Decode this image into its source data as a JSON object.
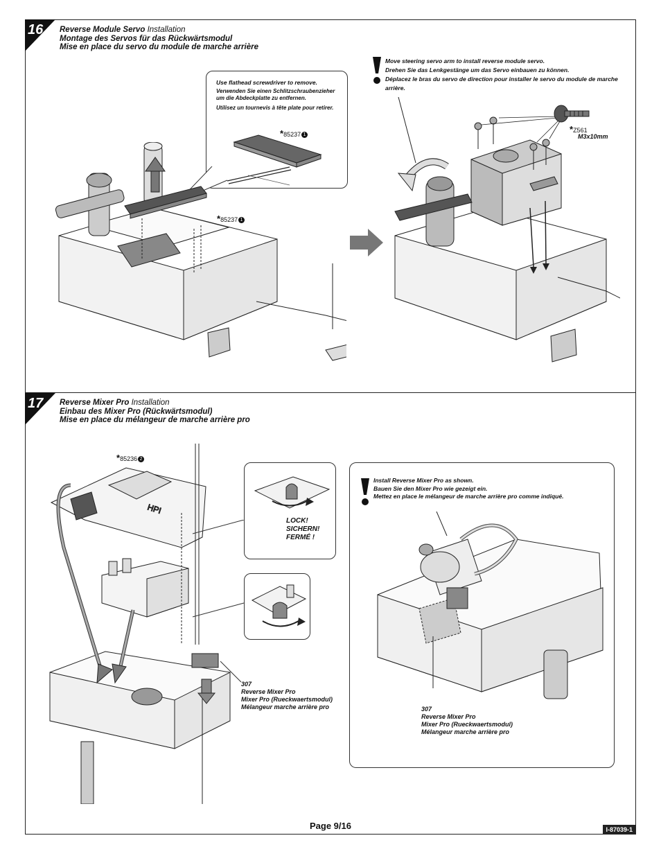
{
  "step16": {
    "number": "16",
    "title_en": "Reverse Module Servo",
    "title_en_suffix": "Installation",
    "title_de": "Montage des Servos für das Rückwärtsmodul",
    "title_fr": "Mise en place du servo du module de marche arrière",
    "callout_en": "Use flathead screwdriver to remove.",
    "callout_de": "Verwenden Sie einen Schlitzschraubenzieher um die Abdeckplatte zu entfernen.",
    "callout_fr": "Utilisez un tournevis à tête plate pour retirer.",
    "part_callout": "85237",
    "part_callout_num": "1",
    "part_main": "85237",
    "part_main_num": "1",
    "note_en": "Move steering servo arm to install reverse module servo.",
    "note_de": "Drehen Sie das Lenkgestänge um das Servo einbauen zu können.",
    "note_fr": "Déplacez le bras du servo de direction pour installer le servo du module de marche arrière.",
    "screw_part": "Z561",
    "screw_size": "M3x10mm"
  },
  "step17": {
    "number": "17",
    "title_en": "Reverse Mixer Pro",
    "title_en_suffix": "Installation",
    "title_de": "Einbau des Mixer Pro (Rückwärtsmodul)",
    "title_fr": "Mise en place du mélangeur de marche arrière pro",
    "part_body": "85236",
    "part_body_num": "2",
    "lock_1": "LOCK!",
    "lock_2": "SICHERN!",
    "lock_3": "FERMÉ !",
    "mixer_num": "307",
    "mixer_en": "Reverse Mixer Pro",
    "mixer_de": "Mixer Pro (Rueckwaertsmodul)",
    "mixer_fr": "Mélangeur marche arrière pro",
    "note_en": "Install Reverse Mixer Pro as shown.",
    "note_de": "Bauen Sie den Mixer Pro wie gezeigt ein.",
    "note_fr": "Mettez en place le mélangeur de marche arrière pro comme indiqué.",
    "detail_num": "307",
    "detail_en": "Reverse Mixer Pro",
    "detail_de": "Mixer Pro (Rueckwaertsmodul)",
    "detail_fr": "Mélangeur marche arrière pro"
  },
  "footer": {
    "page": "Page  9/16",
    "doc_id": "I-87039-1"
  }
}
